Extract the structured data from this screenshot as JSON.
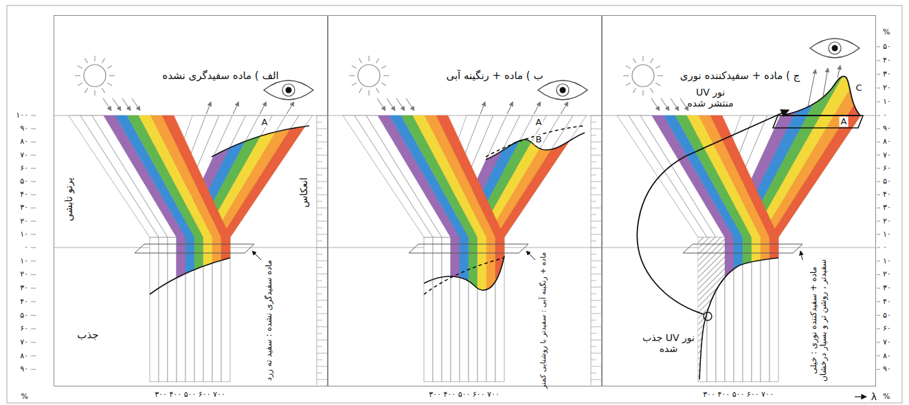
{
  "diagram": {
    "nodes": [
      {
        "text": [
          "الف ) ماده سفیدگری نشده"
        ]
      },
      {
        "text": [
          "ب ) ماده + رنگینه آبی"
        ]
      },
      {
        "text": [
          "ج ) ماده + سفیدکننده نوری"
        ]
      }
    ],
    "labels": [
      "۱۰۰",
      "۹۰",
      "۸۰",
      "۷۰",
      "۶۰",
      "۵۰",
      "۴۰",
      "۳۰",
      "۲۰",
      "۱۰",
      "۰",
      "۱۰",
      "۲۰",
      "۳۰",
      "۴۰",
      "۵۰",
      "۶۰",
      "۷۰",
      "۸۰",
      "۹۰",
      "%",
      "%",
      "۵۰",
      "۴۰",
      "۳۰",
      "۲۰",
      "۱۰",
      "۰",
      "۹۰",
      "۸۰",
      "۷۰",
      "۶۰",
      "۵۰",
      "۴۰",
      "۳۰",
      "۲۰",
      "۱۰",
      "۰",
      "۱۰",
      "۲۰",
      "۳۰",
      "۴۰",
      "۵۰",
      "۶۰",
      "۷۰",
      "۸۰",
      "۹۰",
      "%",
      "پرتو تابشی",
      "انعکاس",
      "A",
      "جذب",
      "ماده سفیدگری نشده : سفید ته زرد",
      "۳۰۰ ۴۰۰ ۵۰۰ ۶۰۰ ۷۰۰",
      "A",
      "B",
      "ماده + رنگینه آبی : سفیدتر با روشنایی کمتر",
      "۳۰۰ ۴۰۰ ۵۰۰ ۶۰۰ ۷۰۰",
      "نور UV منتشر شده",
      "C",
      "A",
      "نور UV جذب شده",
      "ماده + سفیدکننده نوری : خیلی سفیدتر ، روشن تر و بسیار درخشان",
      "۳۰۰ ۴۰۰ ۵۰۰ ۶۰۰ ۷۰۰",
      "λ"
    ]
  }
}
